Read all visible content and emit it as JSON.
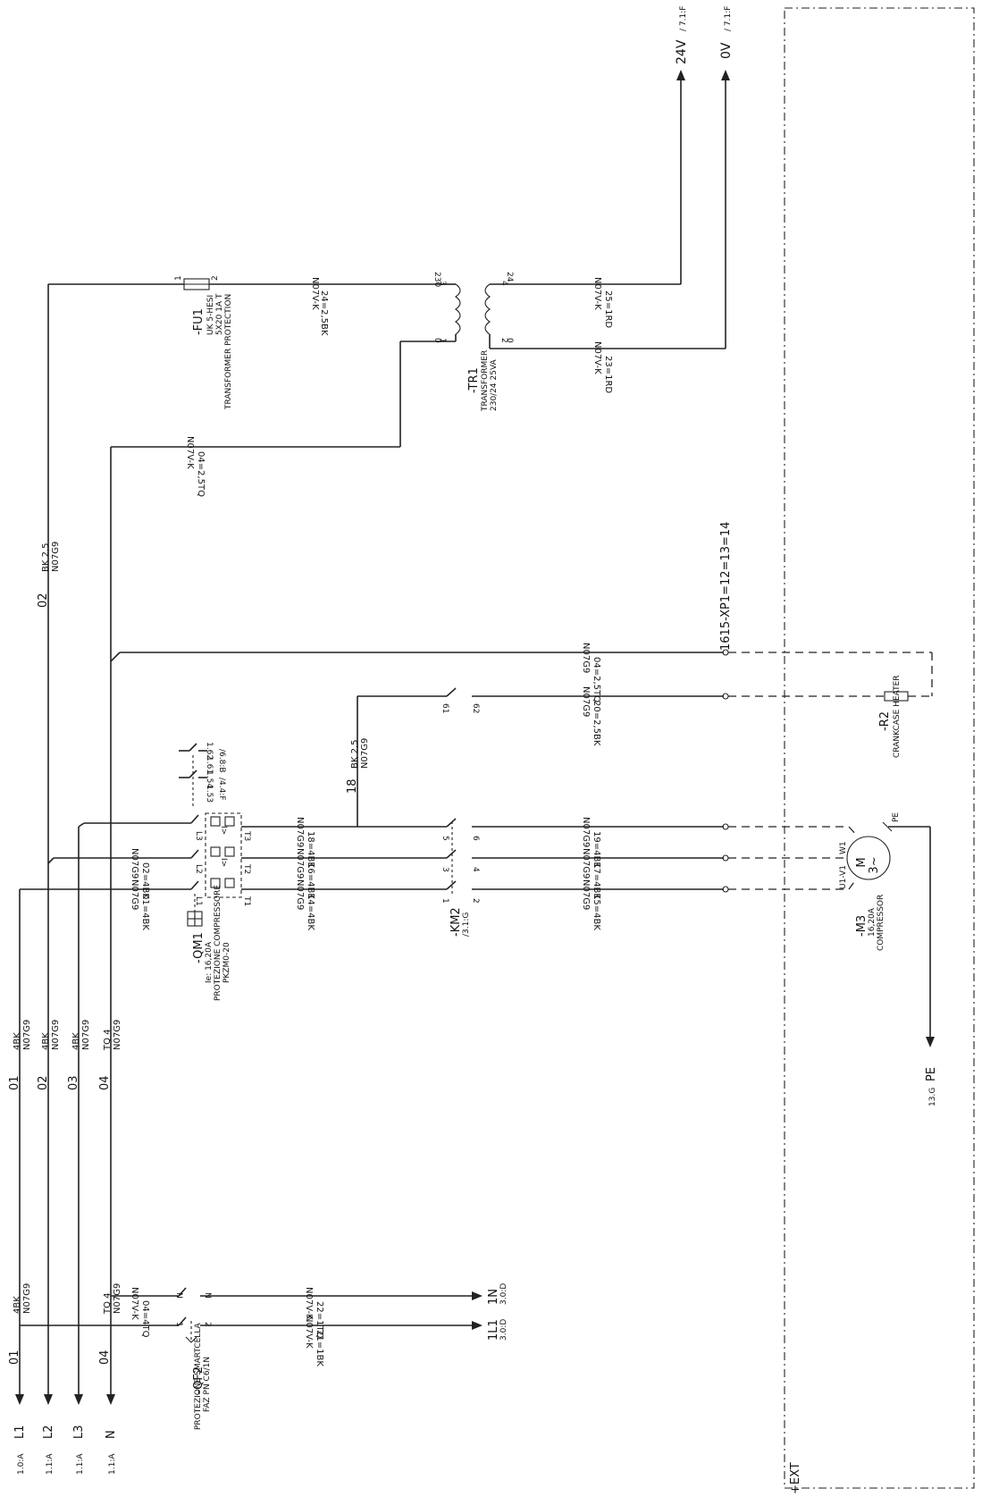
{
  "frame": {
    "location": "+EXT"
  },
  "inputs": [
    {
      "ref": "1.0:A",
      "phase": "L1"
    },
    {
      "ref": "1.1:A",
      "phase": "L2"
    },
    {
      "ref": "1.1:A",
      "phase": "L3"
    },
    {
      "ref": "1.1:A",
      "phase": "N"
    }
  ],
  "cables_input": [
    {
      "wire": "01",
      "section": "4BK",
      "type": "N07G9"
    },
    {
      "wire": "04",
      "section": "TQ 4",
      "type": "N07G9"
    }
  ],
  "cables_main": [
    {
      "wire": "01",
      "section": "4BK",
      "type": "N07G9"
    },
    {
      "wire": "02",
      "section": "4BK",
      "type": "N07G9"
    },
    {
      "wire": "03",
      "section": "4BK",
      "type": "N07G9"
    },
    {
      "wire": "04",
      "section": "TQ 4",
      "type": "N07G9"
    }
  ],
  "cable_02_upper": {
    "wire": "02",
    "section": "BK 2,5",
    "type": "N07G9"
  },
  "cable_04_tr": {
    "label": "04=2,5TQ",
    "type": "N07V-K"
  },
  "fu1": {
    "tag": "-FU1",
    "desc1": "UK 5-HESI",
    "desc2": "5X20 1A T",
    "desc3": "TRANSFORMER PROTECTION",
    "pin1": "1",
    "pin2": "2",
    "cable": "24=2,5BK",
    "cable_type": "N07V-K"
  },
  "tr1": {
    "tag": "-TR1",
    "desc1": "TRANSFORMER",
    "desc2": "230/24 25VA",
    "p_top": "3",
    "p_top_v": "230",
    "p_bot": "1",
    "p_bot_v": "0",
    "s_top": "4",
    "s_top_v": "24",
    "s_bot": "2",
    "s_bot_v": "0",
    "cable_24": "25=1RD",
    "cable_0": "23=1RD",
    "cable_type": "N07V-K"
  },
  "out24": {
    "label": "24V",
    "ref": "/ 7.1:F"
  },
  "out0": {
    "label": "0V",
    "ref": "/ 7.1:F"
  },
  "qf2": {
    "tag": "-QF2",
    "desc1": "PROTEZIONE SMARTCELLA",
    "desc2": "FAZ PN C6/1N",
    "cable_in_n": "04=4TQ",
    "cable_in_n_type": "N07V-K",
    "cable_n": "22=1TQ",
    "cable_n_type": "N07V-K",
    "cable_l": "21=1BK",
    "cable_l_type": "N07V-K",
    "pin1": "1",
    "pin2": "2",
    "pinN1": "N",
    "pinN2": "N",
    "out_l": "1L1",
    "out_n": "1N",
    "out_l_ref": "3.0:D",
    "out_n_ref": "3.0:D"
  },
  "qm1": {
    "tag": "-QM1",
    "desc0": "Ie: 16,20A",
    "desc1": "PROTEZIONE COMPRESSORE",
    "desc2": "PKZM0-20",
    "in_cables": [
      "01=4BK",
      "02=4BK",
      "03=4BK"
    ],
    "in_type": "N07G9",
    "pins_in": [
      "L1",
      "L2",
      "L3"
    ],
    "pins_out": [
      "T1",
      "T2",
      "T3"
    ],
    "aux_nc": [
      "1.53",
      "1.54"
    ],
    "aux_no": [
      "1.61",
      "1.62"
    ],
    "aux_ref1": "/4.4:F",
    "aux_ref2": "/6.8:B",
    "out_cables": [
      "14=4BK",
      "16=4BK",
      "18=4BK"
    ],
    "out_type": "N07G9",
    "arrows": "I>"
  },
  "km2": {
    "tag": "-KM2",
    "ref": "/3.1:G",
    "pins": [
      "1",
      "2",
      "3",
      "4",
      "5",
      "6"
    ],
    "aux": [
      "61",
      "62"
    ],
    "out_cables": [
      "15=4BK",
      "17=4BK",
      "19=4BK"
    ],
    "out_type": "N07G9"
  },
  "heater_cable": {
    "wire": "18",
    "section": "BK 2,5",
    "type": "N07G9"
  },
  "r2": {
    "tag": "-R2",
    "desc": "CRANKCASE HEATER",
    "cable": "20=2,5BK",
    "cable_type": "N07G9",
    "cable_n": "04=2,5TQ",
    "cable_n_type": "N07G9"
  },
  "xp1": {
    "label": "1615-XP1=12=13=14"
  },
  "m3": {
    "tag": "-M3",
    "desc0": "16,20A",
    "desc1": "COMPRESSOR",
    "motor": "M",
    "phases": "3~",
    "pins": [
      "U1-V1",
      "W1"
    ],
    "pe": "PE"
  },
  "pe_ref": {
    "ref": "13.G",
    "label": "PE"
  }
}
